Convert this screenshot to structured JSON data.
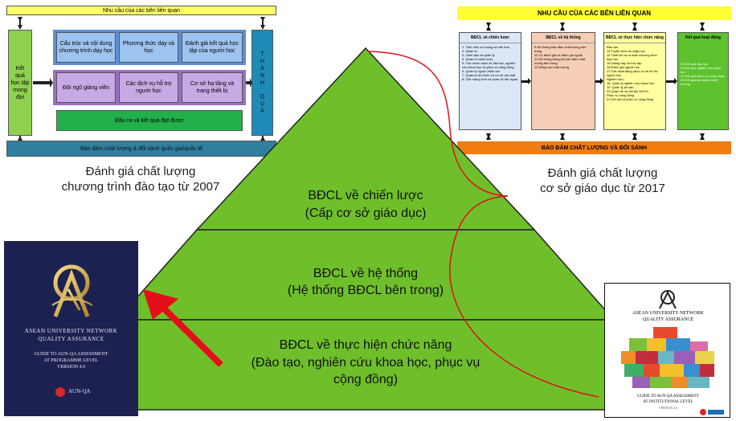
{
  "left_diagram": {
    "top_bar": "Nhu cầu của các bên liên quan",
    "left_col": "Kết quả học tập mong đợi",
    "right_col": [
      "T",
      "H",
      "À",
      "N",
      "H",
      "",
      "Q",
      "U",
      "Ả"
    ],
    "cells": [
      "Cấu trúc và nội dung chương trình dạy học",
      "Phương thức dạy và học",
      "Đánh giá kết quả học tập của người học",
      "Đội ngũ giảng viên",
      "Các dịch vụ hỗ trợ người học",
      "Cơ sở hạ tầng và trang thiết bị"
    ],
    "outcome_bar": "Đầu ra và kết quả đạt được",
    "bottom_bar": "Bảo đảm chất lượng & đối sánh quốc gia/quốc tế",
    "caption_1": "Đánh giá chất lượng",
    "caption_2": "chương trình đào tạo từ 2007"
  },
  "right_diagram": {
    "top_bar": "NHU CẦU CỦA CÁC BÊN LIÊN QUAN",
    "col1_title": "BĐCL về chiến lược",
    "col1_items": "1. Tầm nhìn sứ mạng và văn hóa\n2. Quản trị\n3. Lãnh đạo và quản lý\n4. Quản trị chiến lược\n5. Các chính sách về đào tạo, nghiên cứu khoa học và phục vụ cộng đồng\n6. Quản lý nguồn nhân lực\n7. Quản lý tài chính và cơ sở vật chất\n8. Các mạng lưới và quan hệ đối ngoại",
    "col2_title": "BĐCL về hệ thống",
    "col2_items": "9.Hệ thống bảo đảm chất lượng bên trong\n10.Tự đánh giá và đánh giá ngoài\n11.Hệ thống thông tin bảo đảm chất lượng bên trong\n12.Nâng cao chất lượng",
    "col3_title": "BĐCL về thực hiện chức năng",
    "col3_items": "Đào tạo\n13.Tuyển sinh và nhập học\n14.Thiết kế và rà soát chương trình dạy học\n15.Giảng dạy và học tập\n16.Đánh giá người học\n17.Các hoạt động phục vụ và hỗ trợ người học\nNghiên cứu\n18. Quản lý nghiên cứu khoa học\n19. Quản lý tài sản\n20.Quan hệ và đối tác NCKH\nPhục vụ cộng đồng\n21.Kết nối và phục vụ cộng đồng",
    "col4_title": "Kết quả hoạt động",
    "col4_items": "22.Kết quả đào tạo\n23.Kết quả nghiên cứu khoa học\n24.Kết quả phục vụ cộng đồng\n25.Kết quả tài chính và thị trường",
    "bottom_bar": "BẢO ĐẢM CHẤT LƯỢNG VÀ ĐỐI SÁNH",
    "caption_1": "Đánh giá chất lượng",
    "caption_2": "cơ sở giáo dục từ 2017"
  },
  "pyramid": {
    "top_line1": "BĐCL về chiến lược",
    "top_line2": "(Cấp cơ sở giáo dục)",
    "mid_line1": "BĐCL về hệ thống",
    "mid_line2": "(Hệ thống BĐCL bên trong)",
    "bot_line1": "BĐCL về thực hiện chức năng",
    "bot_line2": "(Đào tạo, nghiên cứu khoa học, phục vụ",
    "bot_line3": "cộng đồng)"
  },
  "left_cover": {
    "line1": "ASEAN UNIVERSITY NETWORK",
    "line2": "QUALITY ASSURANCE",
    "line3": "GUIDE TO AUN-QA ASSESSMENT",
    "line4": "AT PROGRAMME LEVEL",
    "line5": "VERSION 4.0",
    "logo": "AUN-QA"
  },
  "right_cover": {
    "line1": "ASEAN UNIVERSITY NETWORK",
    "line2": "QUALITY ASSURANCE",
    "line3": "GUIDE TO AUN-QA ASSESSMENT",
    "line4": "AT INSTITUTIONAL LEVEL",
    "line5": "VERSION 2.0"
  },
  "colors": {
    "pyramid_green": "#6fbf2a",
    "arrow_red": "#e3101a",
    "brace_red": "#e3101a",
    "cover_navy": "#1c2150",
    "yellow": "#ffff33",
    "teal": "#2f7fa0"
  }
}
